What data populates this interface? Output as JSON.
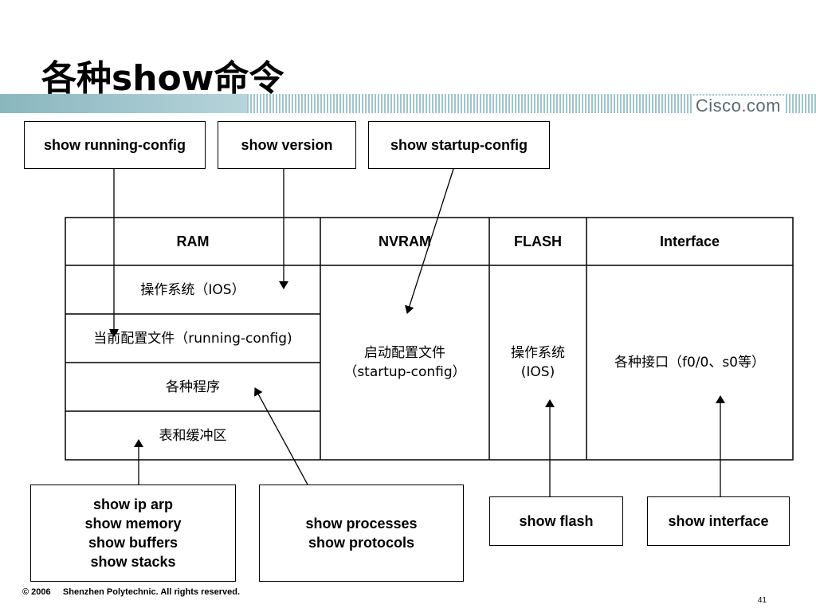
{
  "title": "各种show命令",
  "brand": "Cisco.com",
  "colors": {
    "band": "#9fc4cc",
    "text": "#000000",
    "background": "#ffffff"
  },
  "top_commands": [
    {
      "label": "show running-config"
    },
    {
      "label": "show version"
    },
    {
      "label": "show startup-config"
    }
  ],
  "table": {
    "headers": [
      "RAM",
      "NVRAM",
      "FLASH",
      "Interface"
    ],
    "ram_rows": [
      "操作系统（IOS）",
      "当前配置文件（running-config)",
      "各种程序",
      "表和缓冲区"
    ],
    "nvram_content": [
      "启动配置文件",
      "（startup-config）"
    ],
    "flash_content": [
      "操作系统",
      "(IOS)"
    ],
    "interface_content": "各种接口（f0/0、s0等）"
  },
  "bottom_commands": [
    {
      "lines": [
        "show ip arp",
        "show memory",
        "show buffers",
        "show stacks"
      ]
    },
    {
      "lines": [
        "show processes",
        "show protocols"
      ]
    },
    {
      "lines": [
        "show flash"
      ]
    },
    {
      "lines": [
        "show interface"
      ]
    }
  ],
  "footer": {
    "copyright": "© 2006     Shenzhen Polytechnic. All rights reserved.",
    "page_number": "41"
  }
}
